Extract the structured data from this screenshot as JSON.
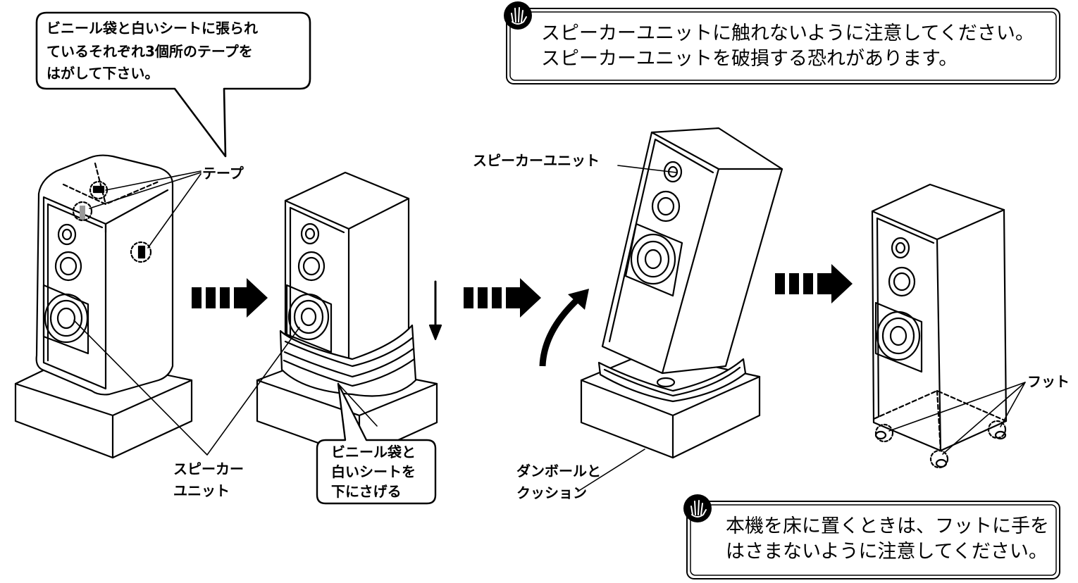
{
  "callout_top_left": {
    "line1": "ビニール袋と白いシートに張られ",
    "line2": "ているそれぞれ3個所のテープを",
    "line3": "はがして下さい。"
  },
  "caution_top": {
    "icon": "caution-hand-icon",
    "line1": "スピーカーユニットに触れないように注意してください。",
    "line2": "スピーカーユニットを破損する恐れがあります。"
  },
  "caution_bottom": {
    "icon": "caution-hand-icon",
    "line1": "本機を床に置くときは、フットに手を",
    "line2": "はさまないように注意してください。"
  },
  "labels": {
    "tape": "テープ",
    "speaker_unit_1_line1": "スピーカー",
    "speaker_unit_1_line2": "ユニット",
    "speaker_unit_2": "スピーカーユニット",
    "lower_box_line1": "ビニール袋と",
    "lower_box_line2": "白いシートを",
    "lower_box_line3": "下にさげる",
    "cardboard_line1": "ダンボールと",
    "cardboard_line2": "クッション",
    "foot": "フット"
  },
  "colors": {
    "line": "#000000",
    "background": "#ffffff",
    "tape": "#999999"
  }
}
